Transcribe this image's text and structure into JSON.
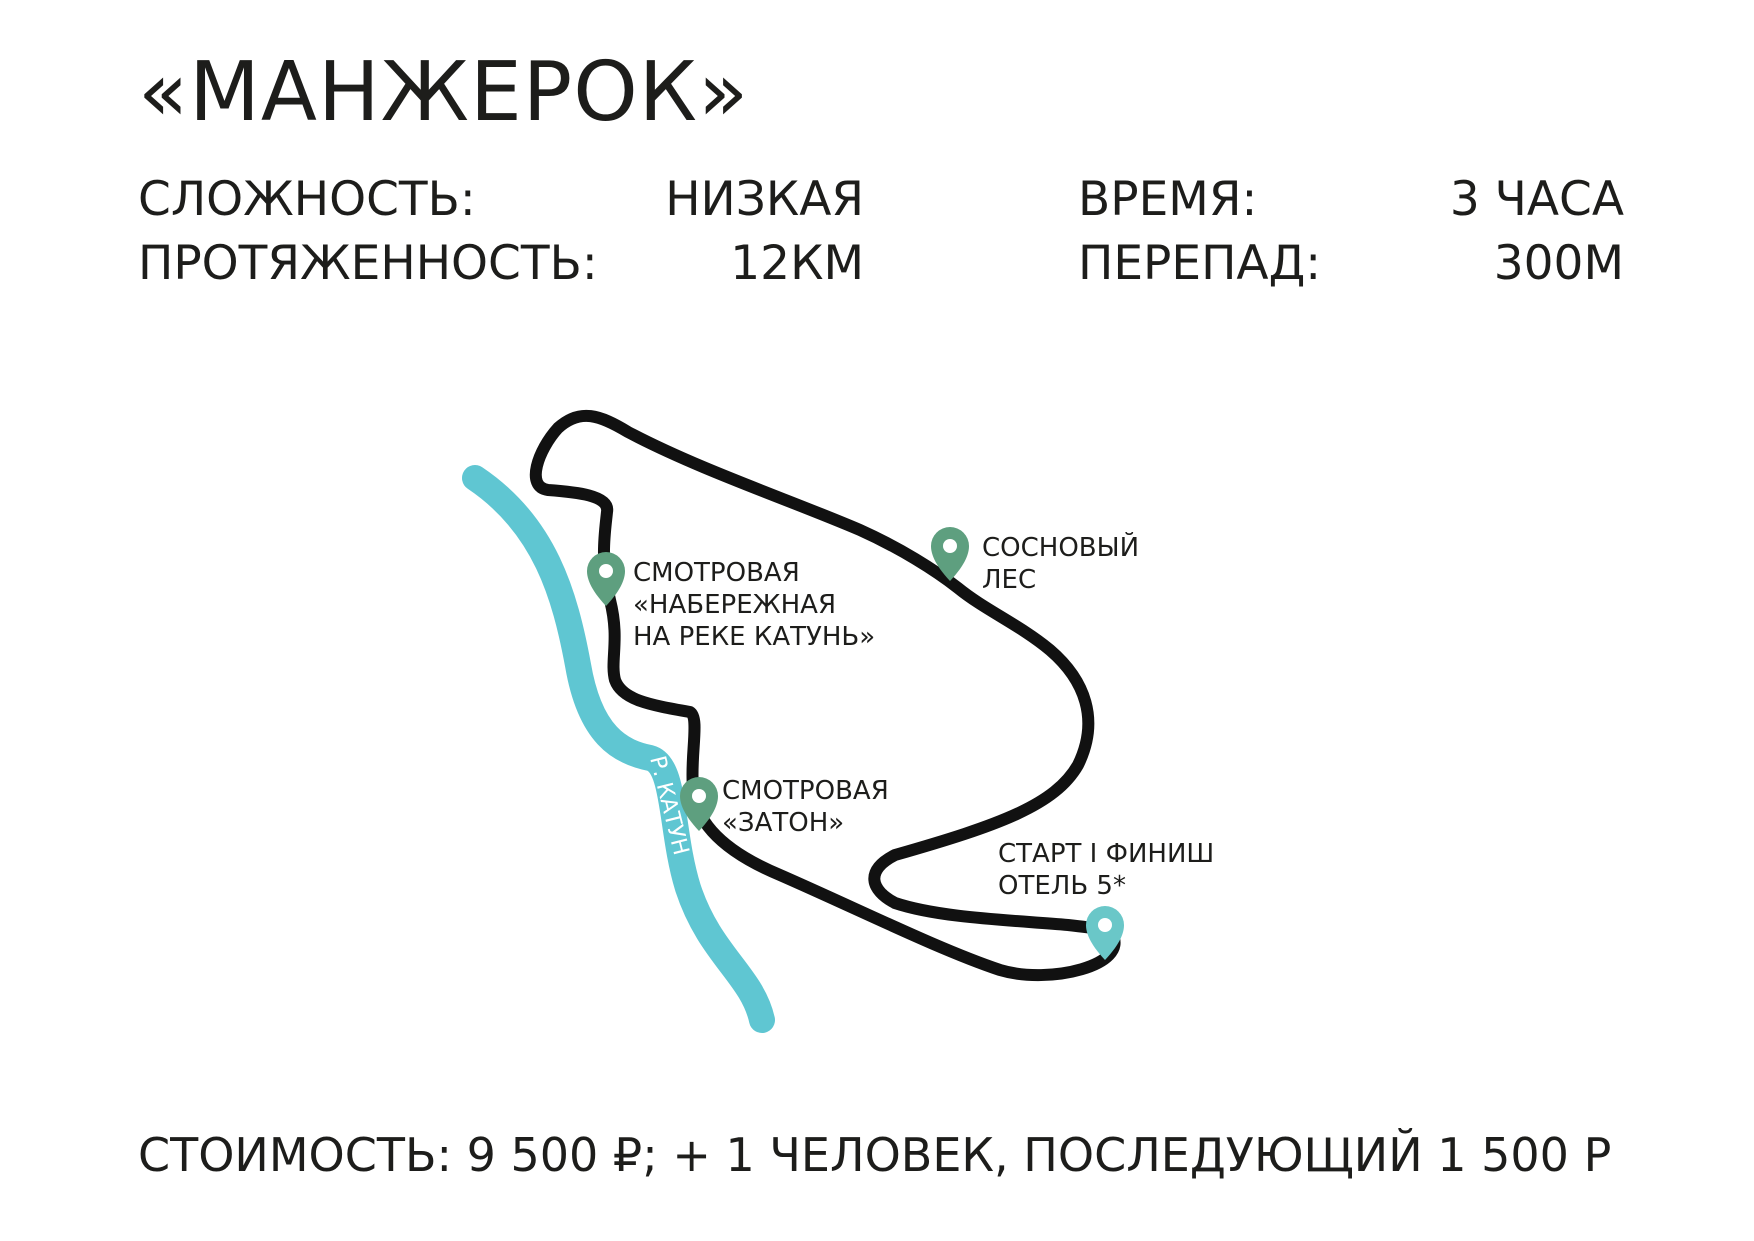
{
  "title": "«МАНЖЕРОК»",
  "stats": {
    "difficulty_label": "СЛОЖНОСТЬ:",
    "difficulty_value": "НИЗКАЯ",
    "length_label": "ПРОТЯЖЕННОСТЬ:",
    "length_value": "12КМ",
    "time_label": "ВРЕМЯ:",
    "time_value": "3 ЧАСА",
    "elevation_label": "ПЕРЕПАД:",
    "elevation_value": "300М"
  },
  "map": {
    "river": {
      "label": "Р. КАТУНЬ",
      "color": "#5fc6d2"
    },
    "route_color": "#111111",
    "marker_color_green": "#5e9f7f",
    "marker_color_teal": "#6ac7c8",
    "points": {
      "viewpoint_embankment": {
        "line1": "СМОТРОВАЯ",
        "line2": "«НАБЕРЕЖНАЯ",
        "line3": "НА РЕКЕ КАТУНЬ»"
      },
      "pine_forest": {
        "line1": "СОСНОВЫЙ",
        "line2": "ЛЕС"
      },
      "viewpoint_zaton": {
        "line1": "СМОТРОВАЯ",
        "line2": "«ЗАТОН»"
      },
      "start_finish": {
        "line1": "СТАРТ I ФИНИШ",
        "line2": "ОТЕЛЬ 5*"
      }
    }
  },
  "price": "СТОИМОСТЬ: 9 500 ₽; + 1 ЧЕЛОВЕК, ПОСЛЕДУЮЩИЙ 1 500 Р"
}
